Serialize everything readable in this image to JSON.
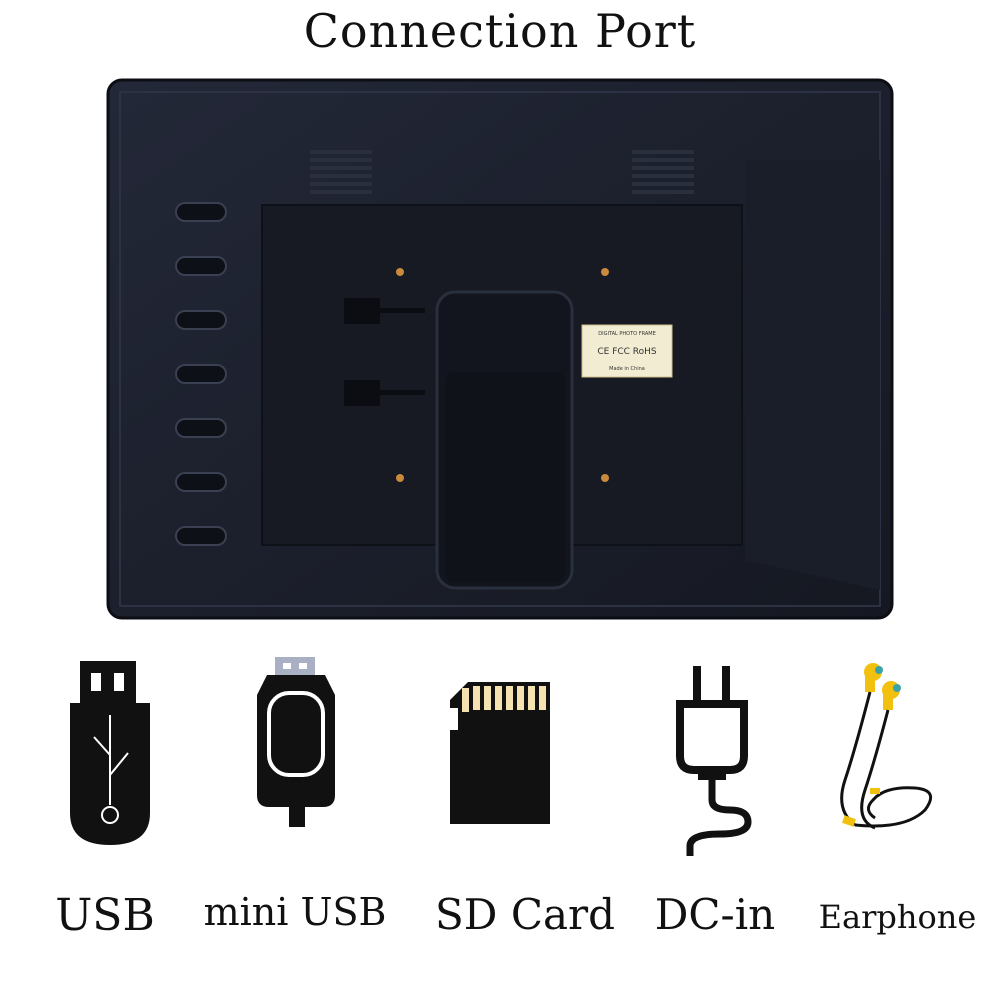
{
  "title": "Connection Port",
  "device": {
    "label_lines": [
      "DIGITAL PHOTO FRAME",
      "CE FCC RoHS",
      "Made in China"
    ]
  },
  "ports": [
    {
      "label": "USB",
      "icon": "usb-stick-icon"
    },
    {
      "label": "mini USB",
      "icon": "mini-usb-icon"
    },
    {
      "label": "SD Card",
      "icon": "sd-card-icon"
    },
    {
      "label": "DC-in",
      "icon": "power-plug-icon"
    },
    {
      "label": "Earphone",
      "icon": "earphone-icon"
    }
  ],
  "colors": {
    "device_body": "#1b1f2a",
    "earphone_yellow": "#f2c10f",
    "earphone_teal": "#3aa3a6",
    "sd_contacts": "#f4e3b0"
  }
}
